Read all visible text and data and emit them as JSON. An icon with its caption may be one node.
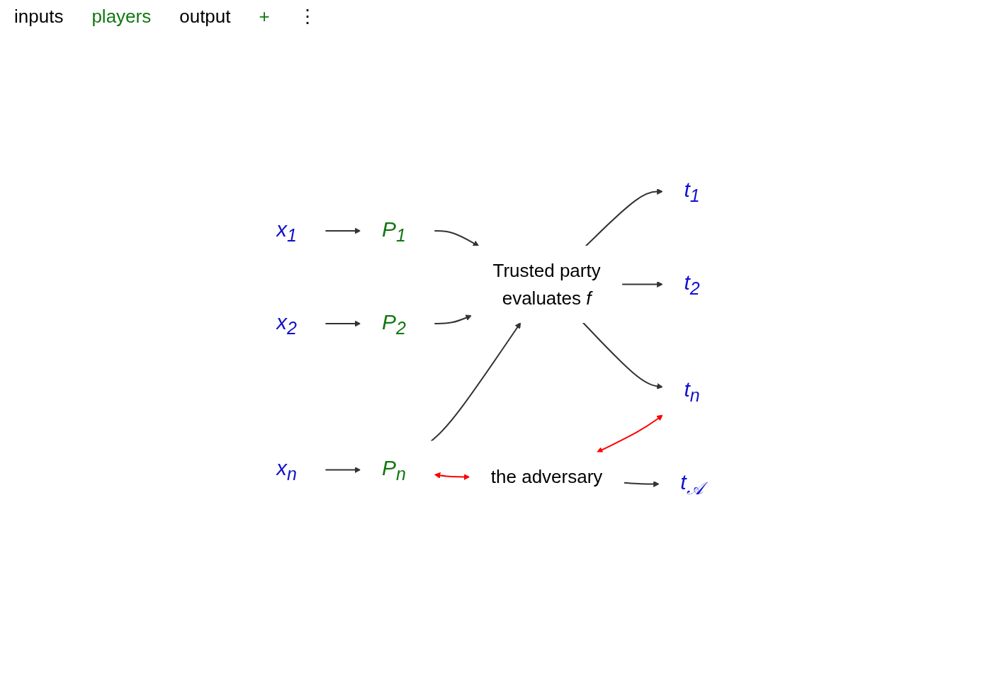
{
  "diagram": {
    "nodes": [
      {
        "text": [
          "x$_{1}$"
        ]
      },
      {
        "text": [
          "P$_{1}$"
        ]
      },
      {
        "text": [
          "x$_{2}$"
        ]
      },
      {
        "text": [
          "P$_{2}$"
        ]
      },
      {
        "text": [
          "Trusted party",
          "evaluates *f*"
        ]
      },
      {
        "text": [
          "t$_{1}$"
        ]
      },
      {
        "text": [
          "t$_{2}$"
        ]
      },
      {
        "text": [
          "x$_{n}$"
        ]
      },
      {
        "text": [
          "P$_{n}$"
        ]
      },
      {
        "text": [
          "t$_{n}$"
        ]
      },
      {
        "text": [
          "the adversary"
        ]
      },
      {
        "text": [
          "t$_{𝒜}$"
        ]
      }
    ],
    "edges": [
      {
        "from": 0,
        "to": 1,
        "arrow": "to"
      },
      {
        "from": 2,
        "to": 3,
        "arrow": "to"
      },
      {
        "from": 7,
        "to": 8,
        "arrow": "to"
      },
      {
        "from": 1,
        "to": 4,
        "arrow": "to"
      },
      {
        "from": 3,
        "to": 4,
        "arrow": "to"
      },
      {
        "from": 8,
        "to": 4,
        "arrow": "to"
      },
      {
        "from": 4,
        "to": 5,
        "arrow": "to"
      },
      {
        "from": 4,
        "to": 6,
        "arrow": "to"
      },
      {
        "from": 4,
        "to": 9,
        "arrow": "to"
      },
      {
        "from": 8,
        "to": 10,
        "arrow": "both",
        "color": "#ff0000"
      },
      {
        "from": 10,
        "to": 9,
        "arrow": "both",
        "color": "#ff0000"
      },
      {
        "from": 10,
        "to": 11,
        "arrow": "to"
      }
    ],
    "labels": [
      "inputs",
      "players",
      "output",
      "+",
      "⋮"
    ]
  }
}
